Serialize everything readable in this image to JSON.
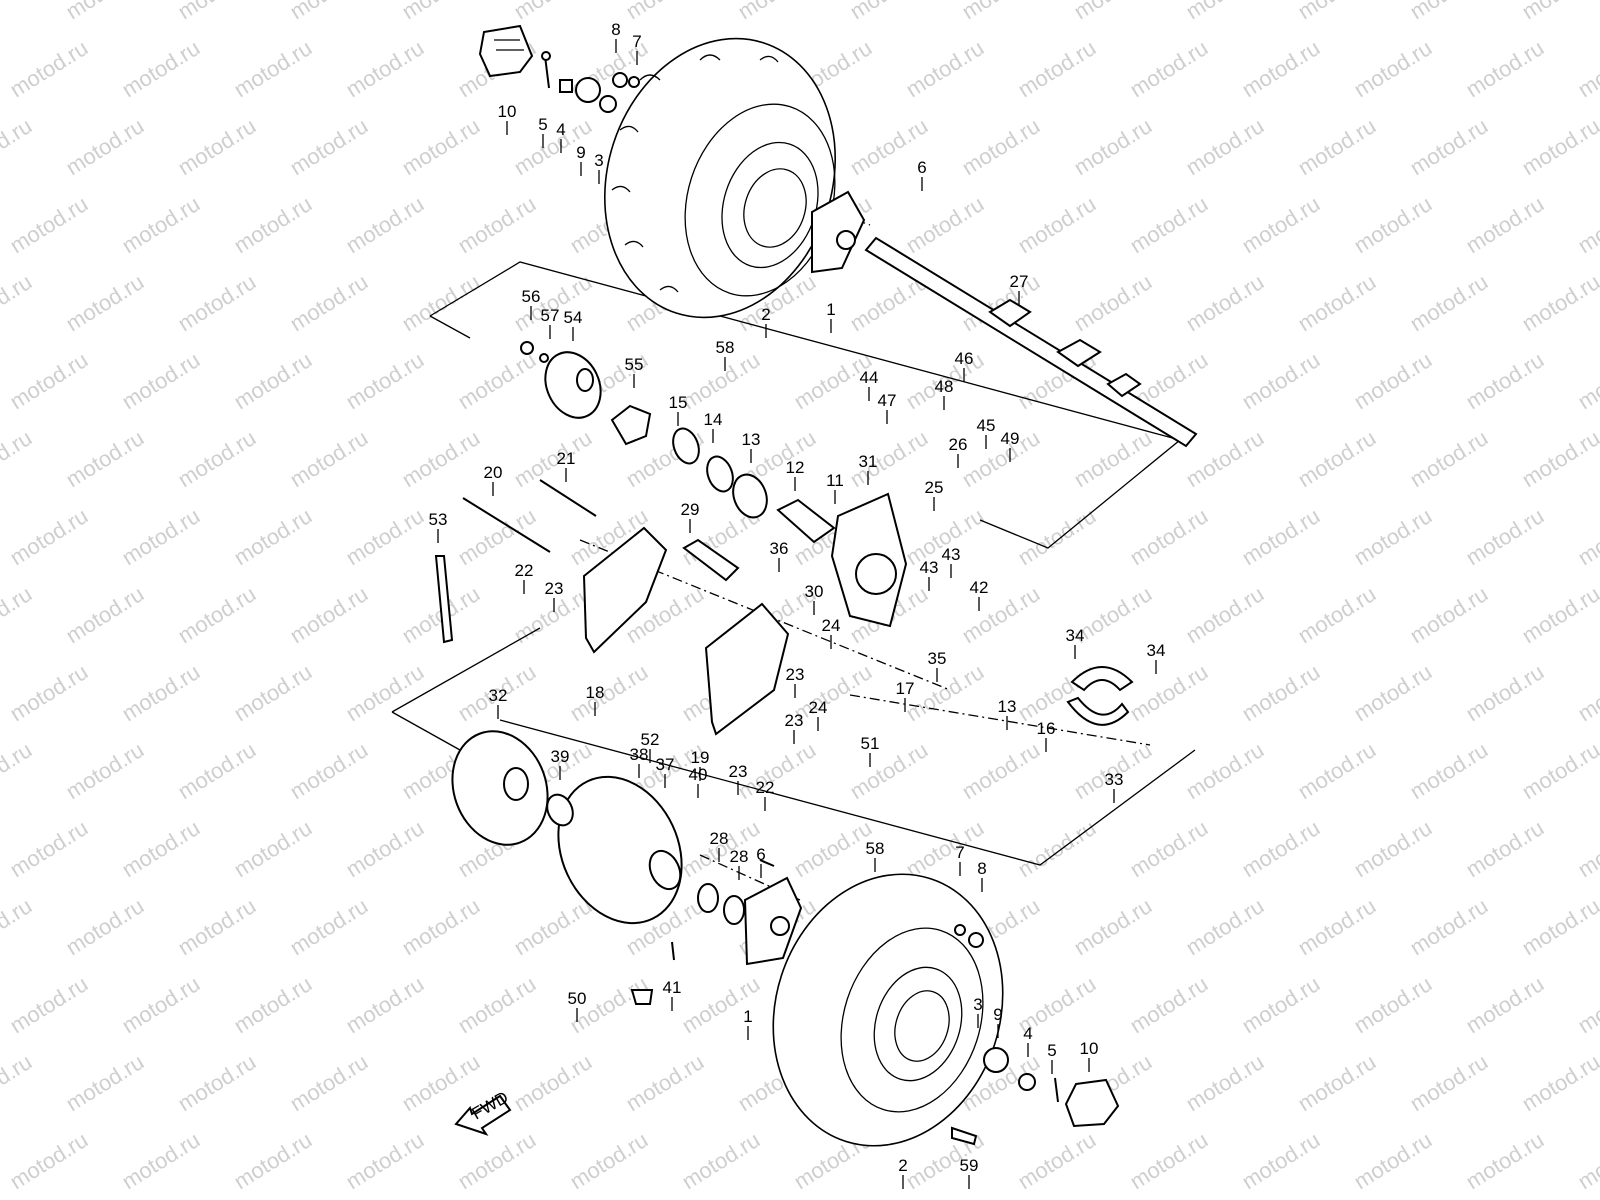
{
  "watermark": "motod.ru",
  "fwd_label": "FWD",
  "labels": [
    "10",
    "5",
    "4",
    "9",
    "3",
    "8",
    "7",
    "6",
    "1",
    "2",
    "58",
    "27",
    "56",
    "57",
    "54",
    "55",
    "15",
    "14",
    "13",
    "12",
    "11",
    "31",
    "44",
    "47",
    "48",
    "46",
    "45",
    "49",
    "25",
    "26",
    "20",
    "21",
    "29",
    "36",
    "30",
    "24",
    "53",
    "22",
    "23",
    "43",
    "43",
    "42",
    "35",
    "17",
    "13",
    "34",
    "34",
    "16",
    "33",
    "18",
    "52",
    "23",
    "24",
    "23",
    "19",
    "51",
    "32",
    "39",
    "38",
    "37",
    "40",
    "28",
    "28",
    "6",
    "23",
    "22",
    "58",
    "7",
    "8",
    "50",
    "41",
    "1",
    "3",
    "9",
    "4",
    "5",
    "10",
    "2",
    "59"
  ]
}
